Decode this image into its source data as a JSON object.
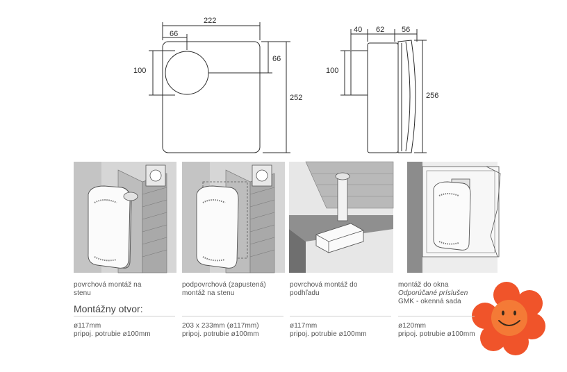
{
  "front_view": {
    "width": "222",
    "offset_left": "66",
    "hole_diameter": "100",
    "offset_top": "66",
    "height": "252"
  },
  "side_view": {
    "depth_1": "40",
    "depth_2": "62",
    "depth_3": "56",
    "pipe_diameter": "100",
    "height": "256"
  },
  "installations": [
    {
      "caption_lines": [
        "povrchová montáž na",
        "stenu"
      ],
      "opening": "ø117mm",
      "pipe": "pripoj. potrubie ø100mm"
    },
    {
      "caption_lines": [
        "podpovrchová (zapustená)",
        "montáž na stenu"
      ],
      "opening": "203 x 233mm (ø117mm)",
      "pipe": "pripoj. potrubie ø100mm"
    },
    {
      "caption_lines": [
        "povrchová montáž do",
        "podhľadu"
      ],
      "opening": "ø117mm",
      "pipe": "pripoj. potrubie ø100mm"
    },
    {
      "caption_lines": [
        "montáž do okna"
      ],
      "accessory_label": "Odporúčané príslušen",
      "accessory_value": "GMK - okenná sada",
      "opening": "ø120mm",
      "pipe": "pripoj. potrubie ø100mm"
    }
  ],
  "opening_heading": "Montážny otvor:",
  "colors": {
    "line": "#2b2b2b",
    "panel": "#cfcfcf",
    "flower_petal": "#f0542a",
    "flower_center": "#f47a36"
  },
  "icons": {
    "mascot": "smiling-flower-icon"
  }
}
